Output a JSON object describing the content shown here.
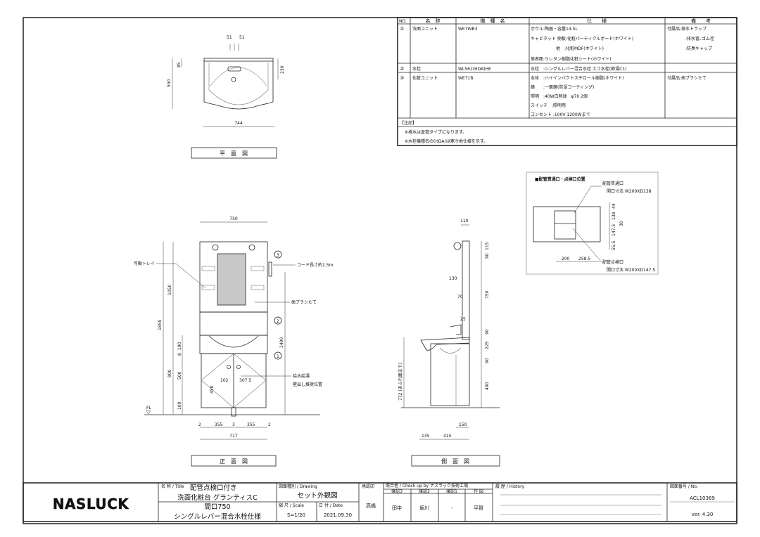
{
  "spec_table": {
    "headers": [
      "NO.",
      "名　称",
      "機　種　名",
      "仕　　様",
      "備　　考"
    ],
    "rows": [
      {
        "no": "①",
        "name": "洗面ユニット",
        "model": "WE7WB3",
        "spec": [
          "ボウル:陶器・容量14.5L",
          "キャビネット 側板:化粧パーティクルボード(ホワイト)",
          "他　:化粧MDF(ホワイト)",
          "扉表面:ウレタン樹脂化粧シート(ホワイト)"
        ],
        "notes": [
          "付属品:排水トラップ",
          ":排水管､ゴム栓",
          ":防臭キャップ"
        ]
      },
      {
        "no": "②",
        "name": "水栓",
        "model": "WL561(HDA)HE",
        "spec": [
          "水栓　:シングルレバー混合水栓 エコ水栓(節湯C1)"
        ],
        "notes": []
      },
      {
        "no": "③",
        "name": "化粧ユニット",
        "model": "WE71B",
        "spec": [
          "本体　:ハイインパクトスチロール樹脂(ホワイト)",
          "鏡　　:一面鏡(防湿コーティング)",
          "照明　:40W白熱球　φ70 2個",
          "スイッチ　:照明用",
          "コンセント :100V 1200Wまで"
        ],
        "notes": [
          "付属品:歯ブラシたて"
        ]
      }
    ],
    "remarks_title": "【注記】",
    "remarks": [
      "※排水は直管タイプになります。",
      "※水栓機種名の(HDA)は寒冷地仕様を示す。"
    ]
  },
  "plan_view": {
    "label": "平　面　図",
    "dims": {
      "d51a": "51",
      "d51b": "51",
      "d85": "85",
      "d550": "550",
      "d230": "230",
      "d744": "744"
    }
  },
  "front_view": {
    "label": "正　面　図",
    "callouts": {
      "tray": "可動トレイ",
      "cord": "コード長さ約1.5m",
      "toothbrush": "歯ブラシたて",
      "supply1": "給水給湯",
      "supply2": "壁出し推奨位置",
      "n1": "1",
      "n2": "2",
      "n3": "3",
      "fl": "FL"
    },
    "dims": {
      "w750": "750",
      "h1850": "1850",
      "h1050": "1050",
      "h1490": "1490",
      "h900": "900",
      "h190": "190",
      "h8": "8",
      "h500": "500",
      "h450": "450",
      "h100": "100",
      "d102": "102",
      "d307": "307.5",
      "b2a": "2",
      "b355a": "355",
      "b3": "3",
      "b355b": "355",
      "b2b": "2",
      "b717": "717"
    }
  },
  "side_view": {
    "label": "側　面　図",
    "dims": {
      "d110": "110",
      "d115": "115",
      "d90a": "90",
      "d130": "130",
      "d70": "70",
      "d750": "750",
      "d25": "25",
      "d90b": "90",
      "d225": "225",
      "d90c": "90",
      "d490": "490",
      "d772": "772 (あふれ面まで)",
      "d150": "150",
      "d135": "135",
      "d415": "415"
    }
  },
  "pipe_detail": {
    "title": "■配管貫通口・点検口位置",
    "through_label": "配管貫通口",
    "through_size": "開口寸法 W200XD138",
    "inspect_label": "配管点検口",
    "inspect_size": "開口寸法 W200XD147.5",
    "dims": {
      "d44": "44",
      "d138": "138",
      "d147": "147.5",
      "d55": "55.5",
      "d30": "30",
      "d200": "200",
      "d258": "258.5"
    }
  },
  "title_block": {
    "logo": "NASLUCK",
    "title_label": "名 称 / Title",
    "title_lines": [
      "配管点検口付き",
      "洗面化粧台 グランティスC",
      "間口750",
      "シングルレバー混合水栓仕様"
    ],
    "drawing_label": "図面種別 / Drawing",
    "drawing": "セット外観図",
    "scale_label": "縮 尺 / Scale",
    "scale": "S=1/20",
    "date_label": "日 付 / Date",
    "date": "2021.09.30",
    "approval_label": "承認印",
    "approval": "高嶋",
    "check_label": "照合者 / Check up by ナスラック技術工場",
    "check_cols": [
      "確認3",
      "確認2",
      "確認1",
      "作 図"
    ],
    "check_vals": [
      "田中",
      "堀川",
      "-",
      "平賀"
    ],
    "history_label": "履 歴 / History",
    "no_label": "図面番号 / No.",
    "drawing_no": "ACL10369",
    "version": "ver. 4.30"
  }
}
